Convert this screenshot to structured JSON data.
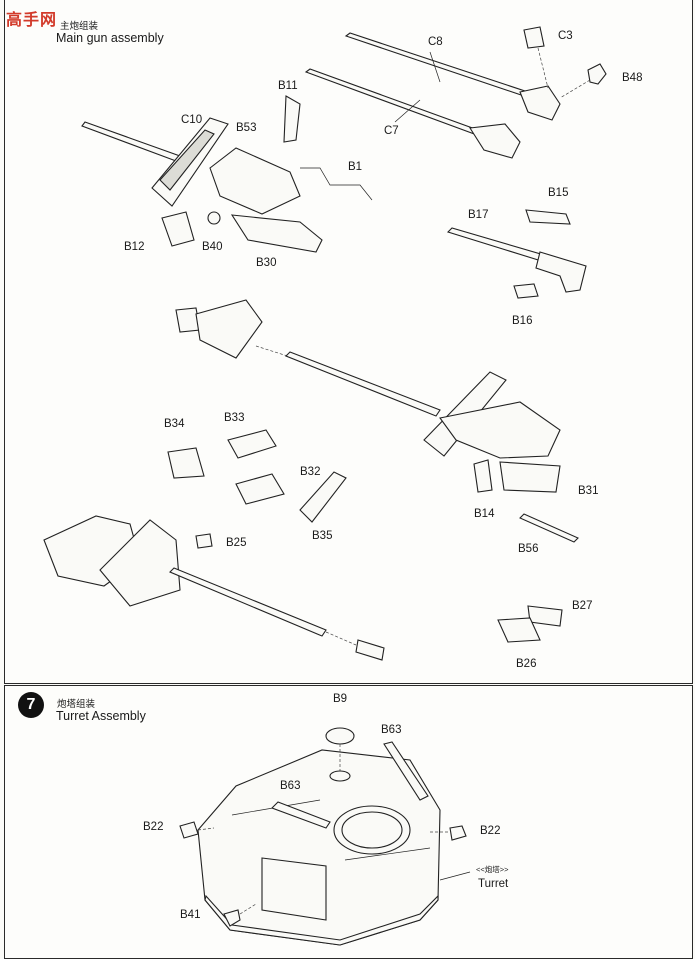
{
  "logo": {
    "text": "高手网",
    "url_text": ""
  },
  "step6": {
    "title_cn": "主炮组装",
    "title_en": "Main gun assembly"
  },
  "step7": {
    "number": "7",
    "title_cn": "炮塔组装",
    "title_en": "Turret Assembly",
    "callout_cn": "<<炮塔>>",
    "callout_en": "Turret"
  },
  "labels": {
    "C8": "C8",
    "C3": "C3",
    "B48": "B48",
    "B11": "B11",
    "C10": "C10",
    "B53": "B53",
    "C7": "C7",
    "B1": "B1",
    "B15": "B15",
    "B17": "B17",
    "B12": "B12",
    "B40": "B40",
    "B30": "B30",
    "B16": "B16",
    "B34": "B34",
    "B33": "B33",
    "B32": "B32",
    "B31": "B31",
    "B14": "B14",
    "B35": "B35",
    "B25": "B25",
    "B56": "B56",
    "B27": "B27",
    "B26": "B26",
    "B9": "B9",
    "B63a": "B63",
    "B63b": "B63",
    "B22a": "B22",
    "B22b": "B22",
    "B41": "B41"
  },
  "colors": {
    "ink": "#222222",
    "logo": "#d23a2a",
    "paper": "#fbfbf8"
  }
}
